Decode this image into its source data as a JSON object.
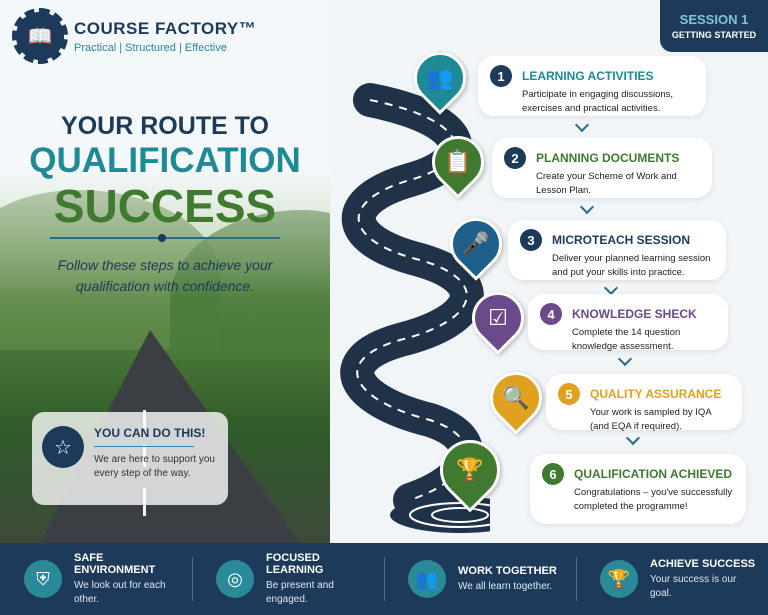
{
  "brand": {
    "name": "COURSE FACTORY™",
    "tagline": "Practical | Structured | Effective"
  },
  "session": {
    "label": "SESSION 1",
    "subtitle": "GETTING STARTED"
  },
  "headline": {
    "line1": "YOUR ROUTE TO",
    "line2": "QUALIFICATION",
    "line3": "SUCCESS",
    "subtext": "Follow these steps to achieve your qualification with confidence."
  },
  "callout": {
    "title": "YOU CAN DO THIS!",
    "text": "We are here to support you every step of the way.",
    "icon": "star-badge-icon"
  },
  "steps": [
    {
      "num": "1",
      "title": "LEARNING ACTIVITIES",
      "desc": "Participate in engaging discussions, exercises and practical activities.",
      "color": "#1f8a96",
      "icon": "discussion-icon"
    },
    {
      "num": "2",
      "title": "PLANNING DOCUMENTS",
      "desc": "Create your Scheme of Work and Lesson Plan.",
      "color": "#3f7a30",
      "icon": "checklist-icon"
    },
    {
      "num": "3",
      "title": "MICROTEACH SESSION",
      "desc": "Deliver your planned learning session and put your skills into practice.",
      "color": "#1d5f8a",
      "icon": "microphone-icon"
    },
    {
      "num": "4",
      "title": "KNOWLEDGE SHECK",
      "desc": "Complete the 14 question knowledge assessment.",
      "color": "#6a4a8a",
      "icon": "checkbox-icon"
    },
    {
      "num": "5",
      "title": "QUALITY ASSURANCE",
      "desc": "Your work is sampled by IQA (and EQA if required).",
      "color": "#e0a020",
      "icon": "magnifier-icon"
    },
    {
      "num": "6",
      "title": "QUALIFICATION ACHIEVED",
      "desc": "Congratulations – you've successfully completed the programme!",
      "color": "#3f7a30",
      "icon": "trophy-icon"
    }
  ],
  "features": [
    {
      "title": "SAFE ENVIRONMENT",
      "text": "We look out for each other.",
      "icon": "shield-icon"
    },
    {
      "title": "FOCUSED LEARNING",
      "text": "Be present and engaged.",
      "icon": "target-icon"
    },
    {
      "title": "WORK TOGETHER",
      "text": "We all learn together.",
      "icon": "people-icon"
    },
    {
      "title": "ACHIEVE SUCCESS",
      "text": "Your success is our goal.",
      "icon": "trophy-icon"
    }
  ]
}
